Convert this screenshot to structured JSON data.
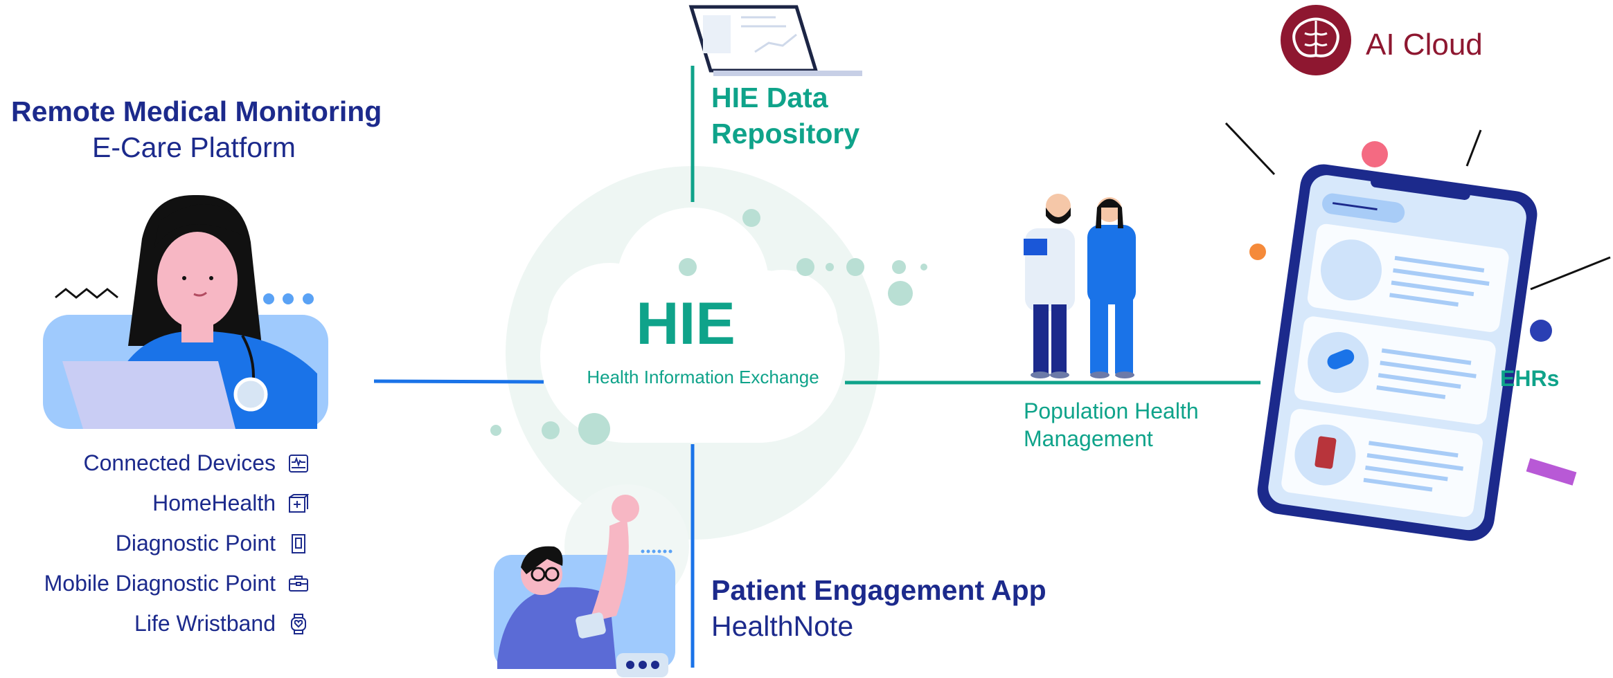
{
  "remote_monitoring": {
    "title": "Remote Medical Monitoring",
    "subtitle": "E-Care Platform",
    "devices": [
      {
        "label": "Connected Devices",
        "icon": "monitor-icon"
      },
      {
        "label": "HomeHealth",
        "icon": "home-health-icon"
      },
      {
        "label": "Diagnostic Point",
        "icon": "door-icon"
      },
      {
        "label": "Mobile Diagnostic Point",
        "icon": "medical-case-icon"
      },
      {
        "label": "Life Wristband",
        "icon": "wristband-icon"
      }
    ]
  },
  "repository": {
    "line1": "HIE Data",
    "line2": "Repository"
  },
  "hie": {
    "title": "HIE",
    "subtitle": "Health Information Exchange"
  },
  "population": {
    "line1": "Population Health",
    "line2": "Management"
  },
  "ai_cloud": {
    "label": "AI Cloud",
    "icon": "brain-icon"
  },
  "ehrs": {
    "label": "EHRs"
  },
  "patient_app": {
    "title": "Patient Engagement App",
    "subtitle": "HealthNote"
  },
  "colors": {
    "navy": "#1c2a8c",
    "green": "#0fa38a",
    "blue": "#1a73e8",
    "maroon": "#8e1730",
    "pale_green": "#e6f3ef"
  }
}
